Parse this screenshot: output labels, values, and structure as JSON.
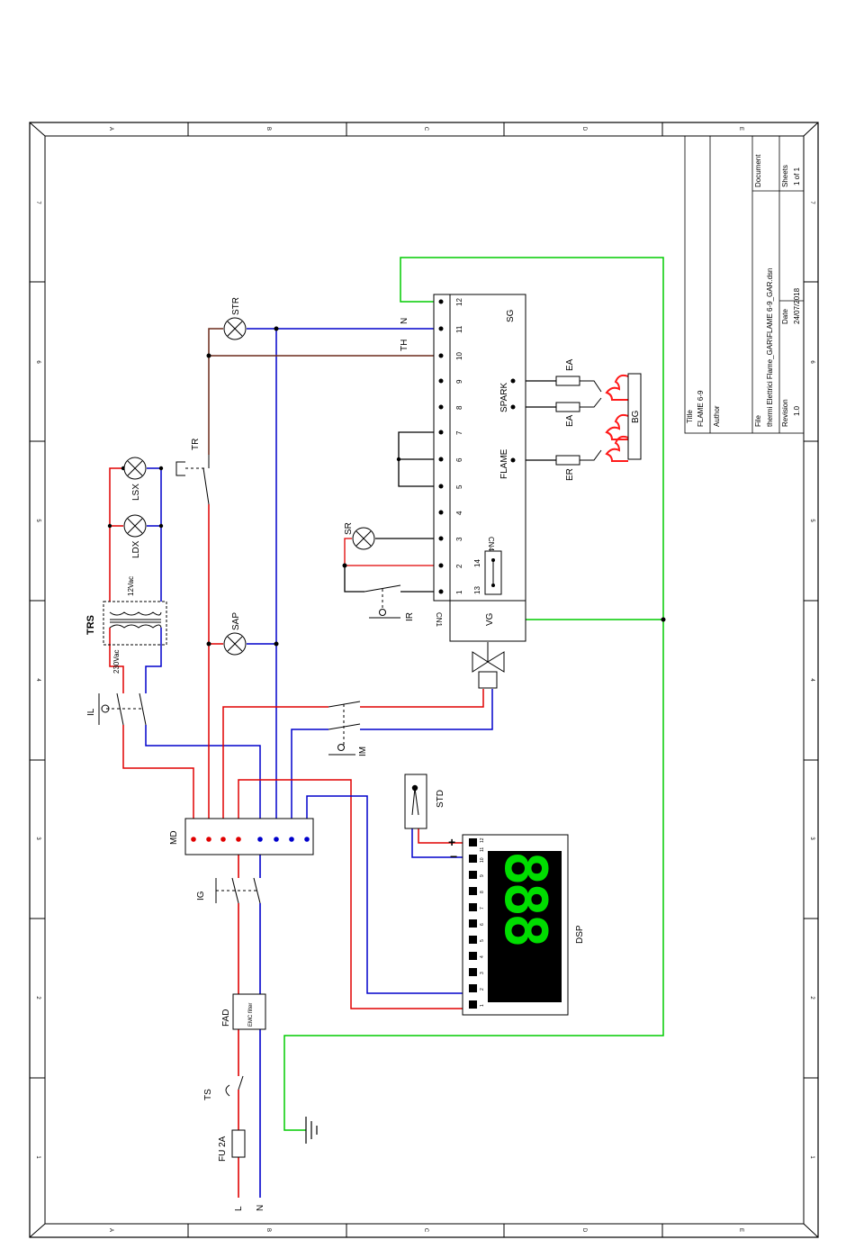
{
  "border": {
    "col_letters": [
      "A",
      "B",
      "C",
      "D",
      "E"
    ],
    "row_numbers": [
      "1",
      "2",
      "3",
      "4",
      "5",
      "6",
      "7"
    ]
  },
  "title_block": {
    "title_label": "Title",
    "title_value": "FLAME 6-9",
    "author_label": "Author",
    "file_label": "File",
    "file_value": "thermi Elettrici Flame_GAR\\FLAME 6-9_GAR.dsn",
    "revision_label": "Revision",
    "revision_value": "1.0",
    "date_label": "Date",
    "date_value": "24/07/2018",
    "document_label": "Document",
    "sheets_label": "Sheets",
    "sheets_value": "1 of 1"
  },
  "power": {
    "line_label": "L",
    "neutral_label": "N"
  },
  "components": {
    "fuse": "FU 2A",
    "thermostat": "TS",
    "filter": "FAD",
    "filter_inner": "EMC filter",
    "main_switch": "IG",
    "terminal_block": "MD",
    "light_switch": "IL",
    "transformer": "TRS",
    "primary_voltage": "230Vac",
    "secondary_voltage": "12Vac",
    "lamp_right": "LDX",
    "lamp_left": "LSX",
    "lamp_sap": "SAP",
    "lamp_str": "STR",
    "lamp_sr": "SR",
    "relay_tr": "TR",
    "switch_im": "IM",
    "switch_ir": "IR",
    "temp_sensor": "STD",
    "display": "DSP",
    "display_digits": "888",
    "display_plus": "+",
    "display_minus": "−",
    "controller": "SG",
    "valve_label": "VG",
    "connector": "CN1",
    "connector_cn4": "CN4",
    "pin_13": "13",
    "pin_14": "14",
    "spark_label": "SPARK",
    "flame_label": "FLAME",
    "neutral_wire": "N",
    "th_wire": "TH",
    "electrode_ea1": "EA",
    "electrode_ea2": "EA",
    "electrode_er": "ER",
    "burner": "BG"
  },
  "controller_pins": [
    "1",
    "2",
    "3",
    "4",
    "5",
    "6",
    "7",
    "8",
    "9",
    "10",
    "11",
    "12"
  ],
  "display_pins": [
    "1",
    "2",
    "3",
    "4",
    "5",
    "6",
    "7",
    "8",
    "9",
    "10",
    "11",
    "12"
  ],
  "colors": {
    "live": "#e00000",
    "neutral": "#0000cc",
    "brown": "#6b2a1a",
    "ground": "#00cc00",
    "digit": "#00dd00",
    "flame": "#ff1a1a"
  }
}
